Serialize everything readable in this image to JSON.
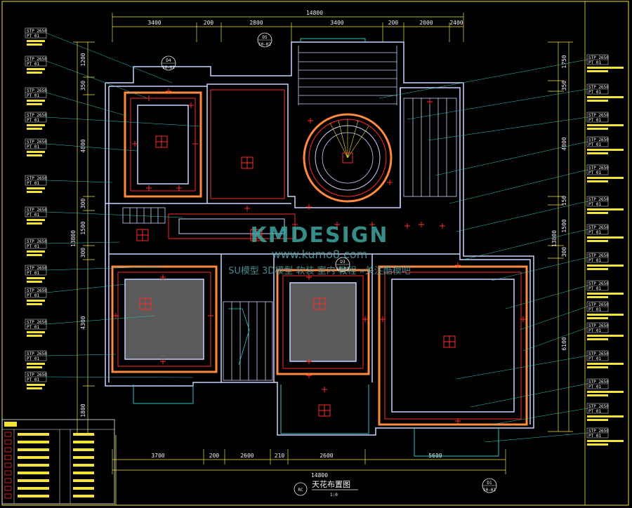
{
  "dims_top_total": "14800",
  "dims_top": [
    "3400",
    "200",
    "2800",
    "3400",
    "200",
    "2000",
    "2400"
  ],
  "dims_bottom_total": "14800",
  "dims_bottom": [
    "3700",
    "200",
    "2600",
    "210",
    "2600",
    "5600"
  ],
  "dims_left": [
    "1200",
    "350",
    "4000",
    "300",
    "1500",
    "300",
    "4300",
    "1800"
  ],
  "dims_left_total": "13800",
  "dims_right": [
    "1750",
    "350",
    "4000",
    "150",
    "1500",
    "300",
    "6100"
  ],
  "dims_right_total": "13800",
  "markers": [
    {
      "top": "D4",
      "bottom": "10-01"
    },
    {
      "top": "D5",
      "bottom": "10-02"
    },
    {
      "top": "D3",
      "bottom": "10-01"
    },
    {
      "top": "D1",
      "bottom": "10-01"
    }
  ],
  "watermark_brand": "KMDESIGN",
  "watermark_url": "www.kumo8.com",
  "watermark_slogan": "SU模型 3D模型 软装 室内 教程 »关注酷模吧",
  "title_symbol": "RC",
  "title": "天花布置图",
  "scale": "1:0",
  "tag_code_a": "STP  2650",
  "tag_code_b": "PT    01",
  "colors": {
    "wall": "#c8d2ff",
    "red": "#ff2a2a",
    "orange": "#ff8a3d",
    "yellow": "#f2e23a",
    "cyan": "#2ec6c0",
    "grey": "#5a5a5a"
  }
}
